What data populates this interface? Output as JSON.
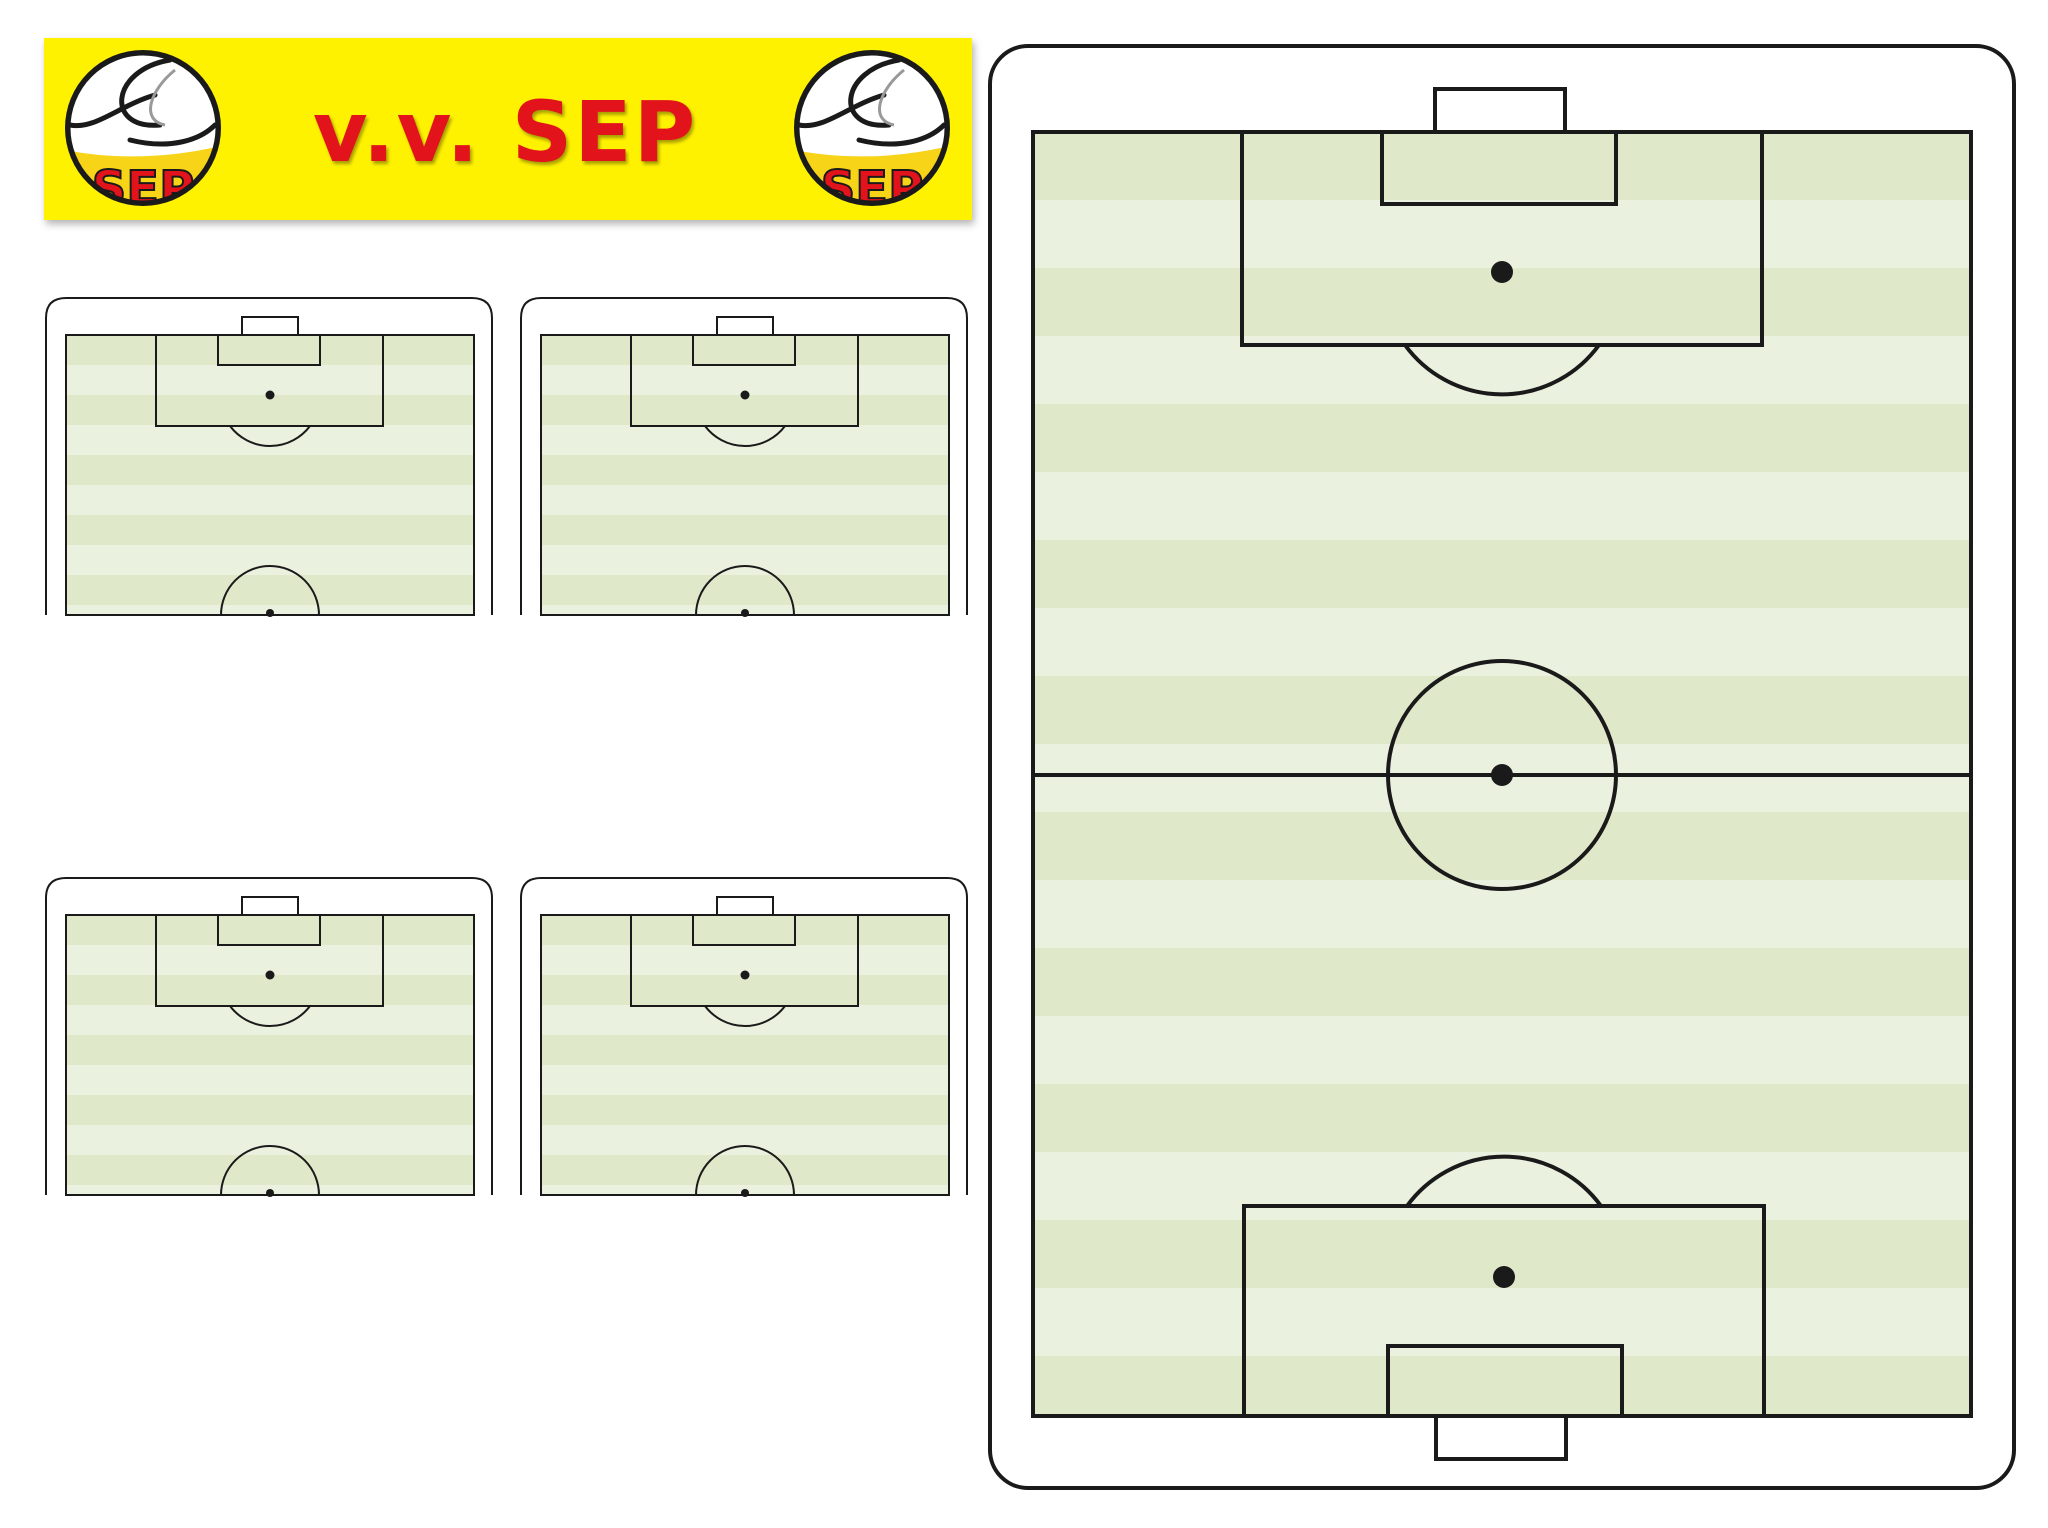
{
  "banner": {
    "title": "v.v. SEP",
    "background_color": "#fff200",
    "text_color": "#e3131b",
    "logo_icon": "club-crest-icon",
    "logo_text": "SEP"
  },
  "field": {
    "stripe_color_dark": "#dfe9ca",
    "stripe_color_light": "#ebf1df",
    "line_color": "#1a1a1a",
    "board_color": "#ffffff"
  },
  "small_boards": [
    {
      "kind": "half-pitch"
    },
    {
      "kind": "half-pitch"
    },
    {
      "kind": "half-pitch"
    },
    {
      "kind": "half-pitch"
    }
  ],
  "large_board": {
    "kind": "full-pitch"
  }
}
